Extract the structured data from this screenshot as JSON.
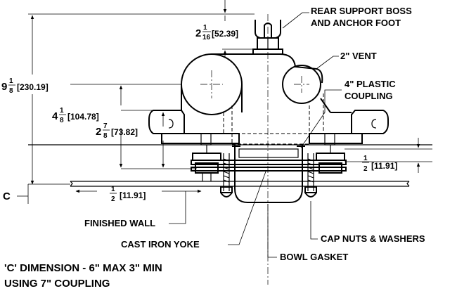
{
  "labels": {
    "rear_support": [
      "REAR SUPPORT BOSS",
      "AND ANCHOR FOOT"
    ],
    "vent": "2\" VENT",
    "plastic_coupling": [
      "4\" PLASTIC",
      "COUPLING"
    ],
    "finished_wall": "FINISHED WALL",
    "cast_iron_yoke": "CAST IRON YOKE",
    "cap_nuts": "CAP NUTS & WASHERS",
    "bowl_gasket": "BOWL GASKET",
    "c_marker": "C"
  },
  "dimensions": {
    "d_2_1_16": {
      "whole": "2",
      "num": "1",
      "den": "16",
      "metric": "[52.39]"
    },
    "d_9_1_8": {
      "whole": "9",
      "num": "1",
      "den": "8",
      "metric": "[230.19]"
    },
    "d_4_1_8": {
      "whole": "4",
      "num": "1",
      "den": "8",
      "metric": "[104.78]"
    },
    "d_2_7_8": {
      "whole": "2",
      "num": "7",
      "den": "8",
      "metric": "[73.82]"
    },
    "d_half_right": {
      "num": "1",
      "den": "2",
      "metric": "[11.91]"
    },
    "d_half_left": {
      "num": "1",
      "den": "2",
      "metric": "[11.91]"
    }
  },
  "note": [
    "'C' DIMENSION - 6\" MAX 3\" MIN",
    "USING 7\" COUPLING"
  ]
}
